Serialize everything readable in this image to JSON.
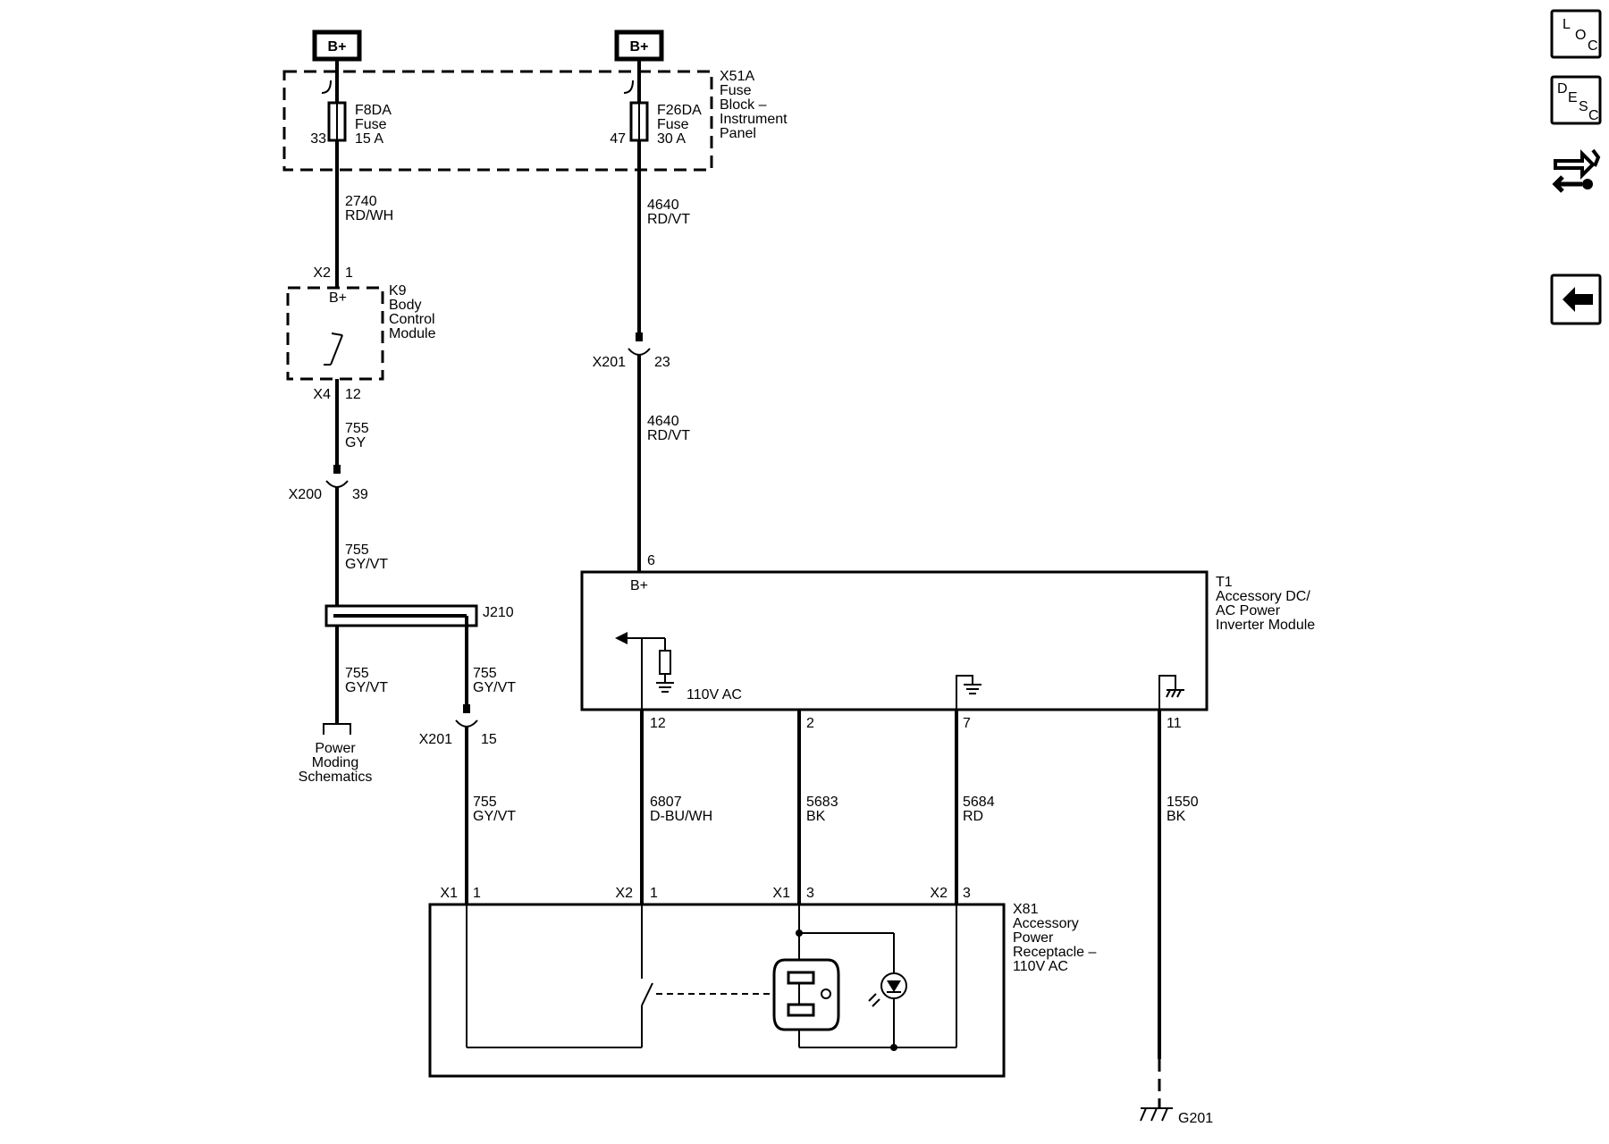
{
  "power": {
    "fuse_a_source": "B+",
    "fuse_b_source": "B+"
  },
  "fuse_block": {
    "name": [
      "X51A",
      "Fuse",
      "Block –",
      "Instrument",
      "Panel"
    ],
    "fuse_a": {
      "label": [
        "F8DA",
        "Fuse",
        "15 A"
      ],
      "pin": "33"
    },
    "fuse_b": {
      "label": [
        "F26DA",
        "Fuse",
        "30 A"
      ],
      "pin": "47"
    }
  },
  "wires": {
    "w2740": [
      "2740",
      "RD/WH"
    ],
    "w4640_upper": [
      "4640",
      "RD/VT"
    ],
    "w4640_lower": [
      "4640",
      "RD/VT"
    ],
    "w755_gy": [
      "755",
      "GY"
    ],
    "w755_a": [
      "755",
      "GY/VT"
    ],
    "w755_b": [
      "755",
      "GY/VT"
    ],
    "w755_c": [
      "755",
      "GY/VT"
    ],
    "w755_d": [
      "755",
      "GY/VT"
    ],
    "w6807": [
      "6807",
      "D-BU/WH"
    ],
    "w5683": [
      "5683",
      "BK"
    ],
    "w5684": [
      "5684",
      "RD"
    ],
    "w1550": [
      "1550",
      "BK"
    ]
  },
  "bcm": {
    "name": [
      "K9",
      "Body",
      "Control",
      "Module"
    ],
    "top_connector": "X2",
    "top_pin": "1",
    "bplus": "B+",
    "bottom_connector": "X4",
    "bottom_pin": "12"
  },
  "inline_connectors": {
    "x201_top": {
      "name": "X201",
      "pin": "23"
    },
    "x200": {
      "name": "X200",
      "pin": "39"
    },
    "x201_left": {
      "name": "X201",
      "pin": "15"
    }
  },
  "splice": {
    "name": "J210"
  },
  "power_moding": [
    "Power",
    "Moding",
    "Schematics"
  ],
  "inverter": {
    "name": [
      "T1",
      "Accessory DC/",
      "AC Power",
      "Inverter Module"
    ],
    "pin_in": "6",
    "bplus": "B+",
    "ac_label": "110V AC",
    "pins": {
      "p12": "12",
      "p2": "2",
      "p7": "7",
      "p11": "11"
    }
  },
  "receptacle": {
    "name": [
      "X81",
      "Accessory",
      "Power",
      "Receptacle –",
      "110V AC"
    ],
    "c1": {
      "conn": "X1",
      "pin": "1"
    },
    "c2": {
      "conn": "X2",
      "pin": "1"
    },
    "c3": {
      "conn": "X1",
      "pin": "3"
    },
    "c4": {
      "conn": "X2",
      "pin": "3"
    }
  },
  "ground": {
    "name": "G201"
  },
  "sidebar": {
    "loc": [
      "L",
      "O",
      "C"
    ],
    "desc": [
      "D",
      "E",
      "S",
      "C"
    ],
    "tools_icon": "wrench-arrows-icon",
    "back_icon": "left-arrow-icon"
  }
}
